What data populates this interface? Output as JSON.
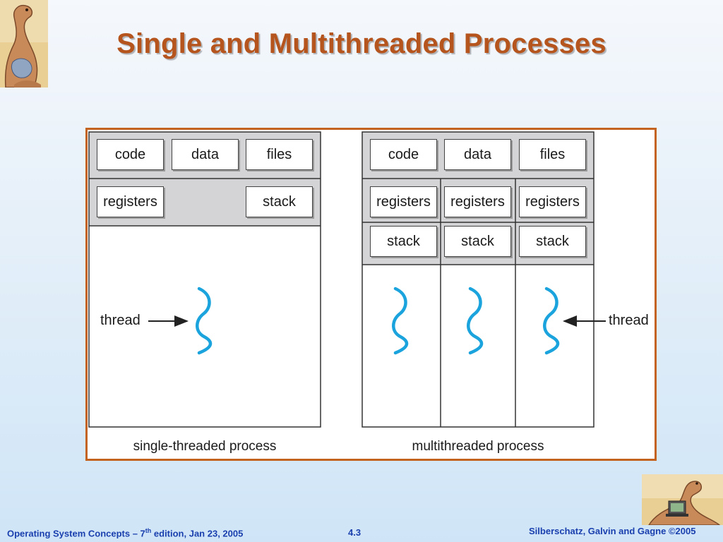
{
  "slide": {
    "title": "Single and Multithreaded Processes"
  },
  "single": {
    "code": "code",
    "data": "data",
    "files": "files",
    "registers": "registers",
    "stack": "stack",
    "thread_label": "thread",
    "caption": "single-threaded process"
  },
  "multi": {
    "code": "code",
    "data": "data",
    "files": "files",
    "registers": [
      "registers",
      "registers",
      "registers"
    ],
    "stack": [
      "stack",
      "stack",
      "stack"
    ],
    "thread_label": "thread",
    "caption": "multithreaded process"
  },
  "colors": {
    "title": "#b5541c",
    "frame": "#c3631f",
    "thread": "#1aa3dc",
    "footer": "#1a3fae"
  },
  "footer": {
    "left_pre": "Operating System Concepts – 7",
    "left_sup": "th",
    "left_post": " edition, Jan 23, 2005",
    "page": "4.3",
    "right": "Silberschatz, Galvin and Gagne ©2005"
  },
  "icons": [
    "dinosaur-logo-icon",
    "dinosaur-laptop-icon",
    "thread-squiggle-icon",
    "arrow-icon"
  ]
}
